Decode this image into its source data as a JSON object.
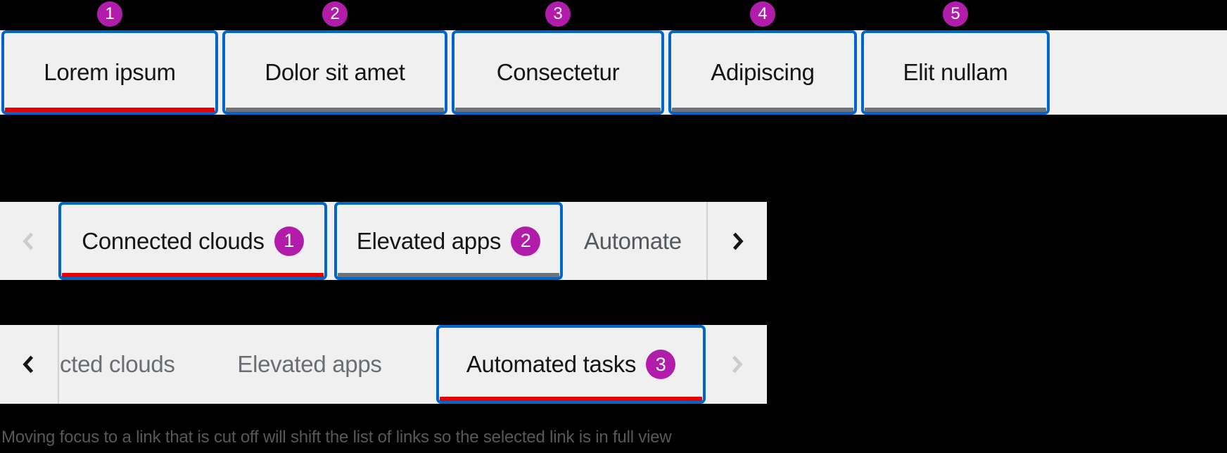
{
  "colors": {
    "background": "#000000",
    "tab_background": "#f0f0f0",
    "focus_border_blue": "#0066cc",
    "selected_underline_red": "#e60000",
    "unselected_underline_gray": "#6f7377",
    "annotation_badge_magenta": "#b11daa",
    "tab_text_dark": "#151515",
    "cutoff_text_muted": "#6a6e73",
    "divider_gray": "#d2d2d2",
    "chevron_enabled": "#151515",
    "chevron_disabled": "#cccccc",
    "caption_gray": "#56585a"
  },
  "demo1": {
    "tabs": [
      {
        "label": "Lorem ipsum",
        "badge": "1",
        "state": "selected"
      },
      {
        "label": "Dolor sit amet",
        "badge": "2",
        "state": "unselected"
      },
      {
        "label": "Consectetur",
        "badge": "3",
        "state": "unselected"
      },
      {
        "label": "Adipiscing",
        "badge": "4",
        "state": "unselected"
      },
      {
        "label": "Elit nullam",
        "badge": "5",
        "state": "unselected"
      }
    ]
  },
  "demo2": {
    "scroll_left_disabled": true,
    "scroll_right_disabled": false,
    "tabs": [
      {
        "label": "Connected clouds",
        "badge": "1",
        "state": "selected"
      },
      {
        "label": "Elevated apps",
        "badge": "2",
        "state": "unselected"
      },
      {
        "label": "Automate",
        "state": "cut-off"
      }
    ]
  },
  "demo3": {
    "scroll_left_disabled": false,
    "scroll_right_disabled": true,
    "tabs": [
      {
        "label": "cted clouds",
        "state": "cut-off"
      },
      {
        "label": "Elevated apps",
        "state": "scrolled"
      },
      {
        "label": "Automated tasks",
        "badge": "3",
        "state": "selected"
      }
    ]
  },
  "caption": "Moving focus to a link that is cut off will shift the list of links so the selected link is in full view"
}
